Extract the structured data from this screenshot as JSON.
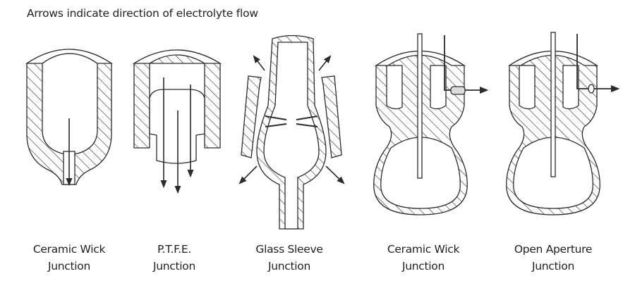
{
  "title": "Arrows indicate direction of electrolyte flow",
  "colors": {
    "line": "#2b2b2b",
    "background": "#ffffff",
    "text": "#231f20"
  },
  "diagrams": [
    {
      "id": "ceramic-wick-1",
      "label_line1": "Ceramic Wick",
      "label_line2": "Junction",
      "flow": "down"
    },
    {
      "id": "ptfe",
      "label_line1": "P.T.F.E.",
      "label_line2": "Junction",
      "flow": "down"
    },
    {
      "id": "glass-sleeve",
      "label_line1": "Glass Sleeve",
      "label_line2": "Junction",
      "flow": "outward"
    },
    {
      "id": "ceramic-wick-2",
      "label_line1": "Ceramic Wick",
      "label_line2": "Junction",
      "flow": "right"
    },
    {
      "id": "open-aperture",
      "label_line1": "Open Aperture",
      "label_line2": "Junction",
      "flow": "right"
    }
  ]
}
